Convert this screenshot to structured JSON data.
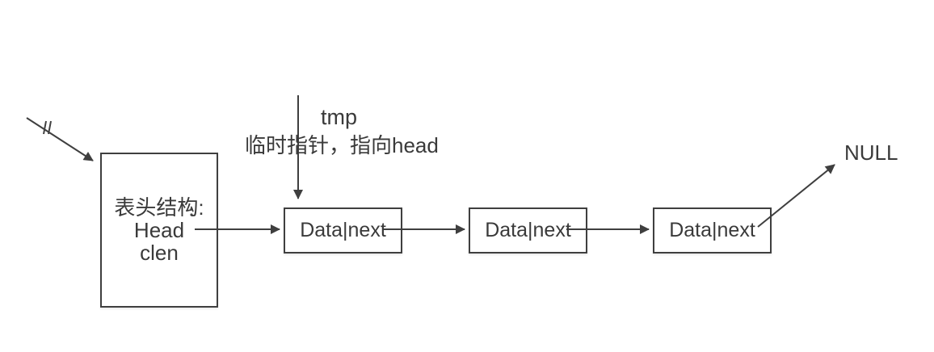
{
  "colors": {
    "stroke": "#3f3f3f",
    "text": "#3a3a3a",
    "background": "#ffffff"
  },
  "head_box": {
    "line1": "表头结构:",
    "line2": "Head",
    "line3": "clen"
  },
  "nodes": [
    {
      "label": "Data|next"
    },
    {
      "label": "Data|next"
    },
    {
      "label": "Data|next"
    }
  ],
  "pointer": {
    "name": "tmp",
    "description": "临时指针，指向head"
  },
  "terminator": {
    "label": "NULL"
  },
  "icons": {
    "break_mark": "||",
    "arrowhead": "filled-triangle"
  }
}
